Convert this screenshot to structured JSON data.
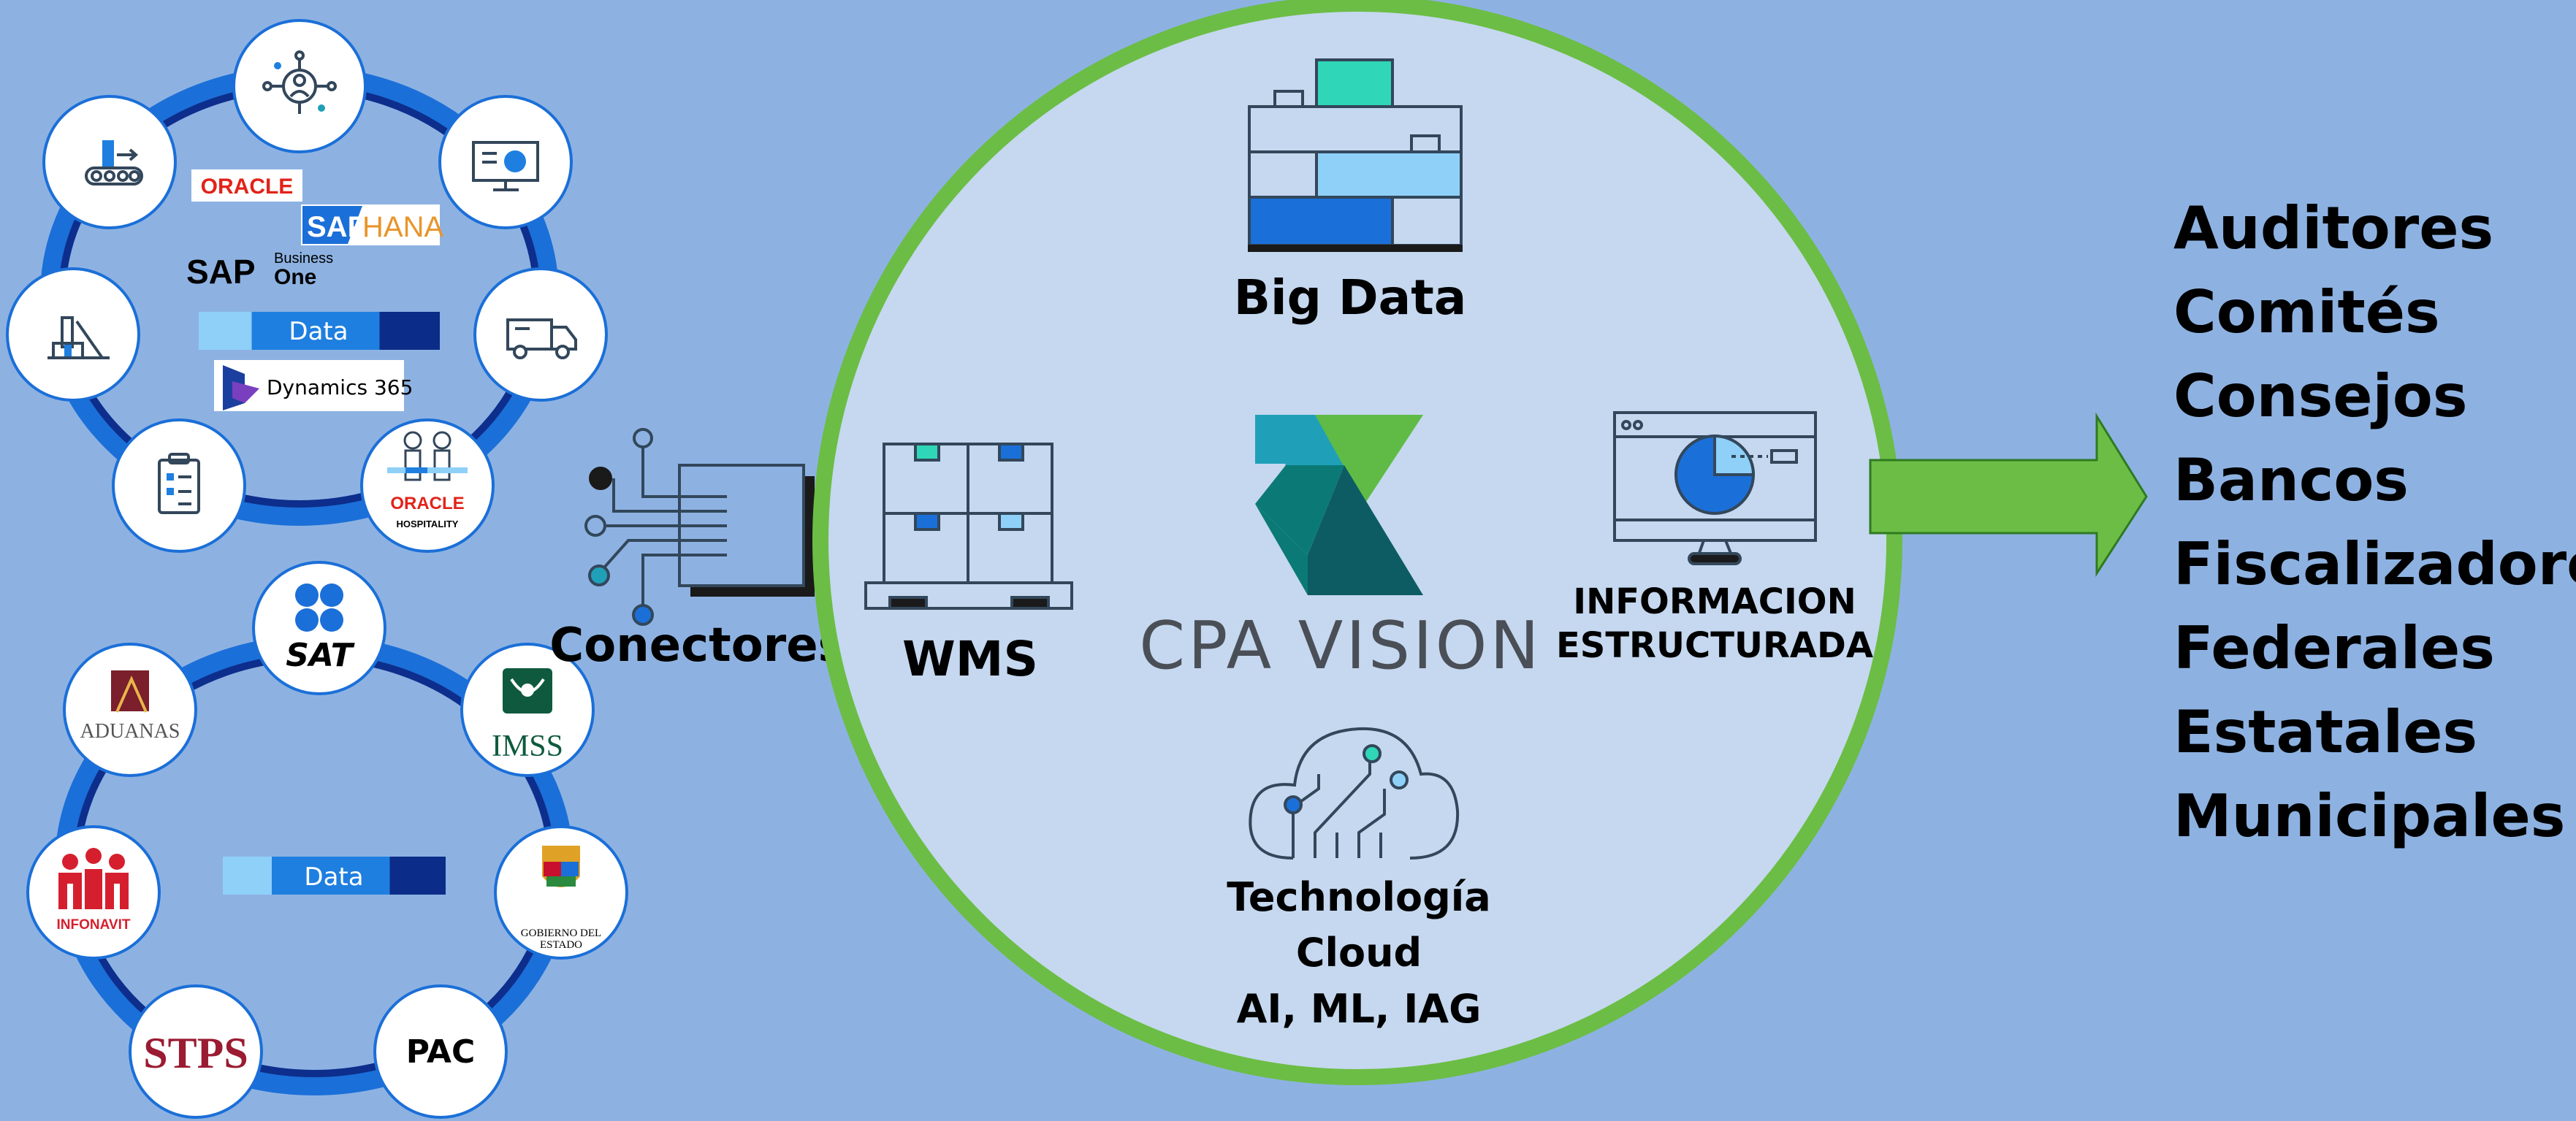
{
  "colors": {
    "background": "#8db2e2",
    "ring_outer": "#1b6fd8",
    "ring_inner": "#0d2e8c",
    "center_fill": "#c5d8ef",
    "center_border": "#6cbd45",
    "arrow": "#6cbd45",
    "logo_teal": "#1fa0b8",
    "logo_green": "#5fbb46",
    "logo_dark": "#0d5c63"
  },
  "erp": {
    "oracle": "ORACLE",
    "sap_hana_sap": "SAP",
    "sap_hana_hana": "HANA",
    "sap_b1_sap": "SAP",
    "sap_b1_business": "Business",
    "sap_b1_one": "One",
    "data_label": "Data",
    "dynamics": "Dynamics 365",
    "oracle_hospitality_oracle": "ORACLE",
    "oracle_hospitality_sub": "HOSPITALITY"
  },
  "gov": {
    "sat": "SAT",
    "imss": "IMSS",
    "aduanas": "ADUANAS",
    "infonavit": "INFONAVIT",
    "stps": "STPS",
    "pac": "PAC",
    "gobierno_line1": "GOBIERNO DEL",
    "gobierno_line2": "ESTADO",
    "data_label": "Data"
  },
  "connectors_label": "Conectores",
  "center": {
    "big_data": "Big Data",
    "wms": "WMS",
    "logo_text": "CPA VISION",
    "info_line1": "INFORMACION",
    "info_line2": "ESTRUCTURADA",
    "tech_line1": "Technología",
    "tech_line2": "Cloud",
    "tech_line3": "AI, ML, IAG"
  },
  "audiences": [
    "Auditores",
    "Comités",
    "Consejos",
    "Bancos",
    "Fiscalizadores",
    "Federales",
    "Estatales",
    "Municipales"
  ]
}
